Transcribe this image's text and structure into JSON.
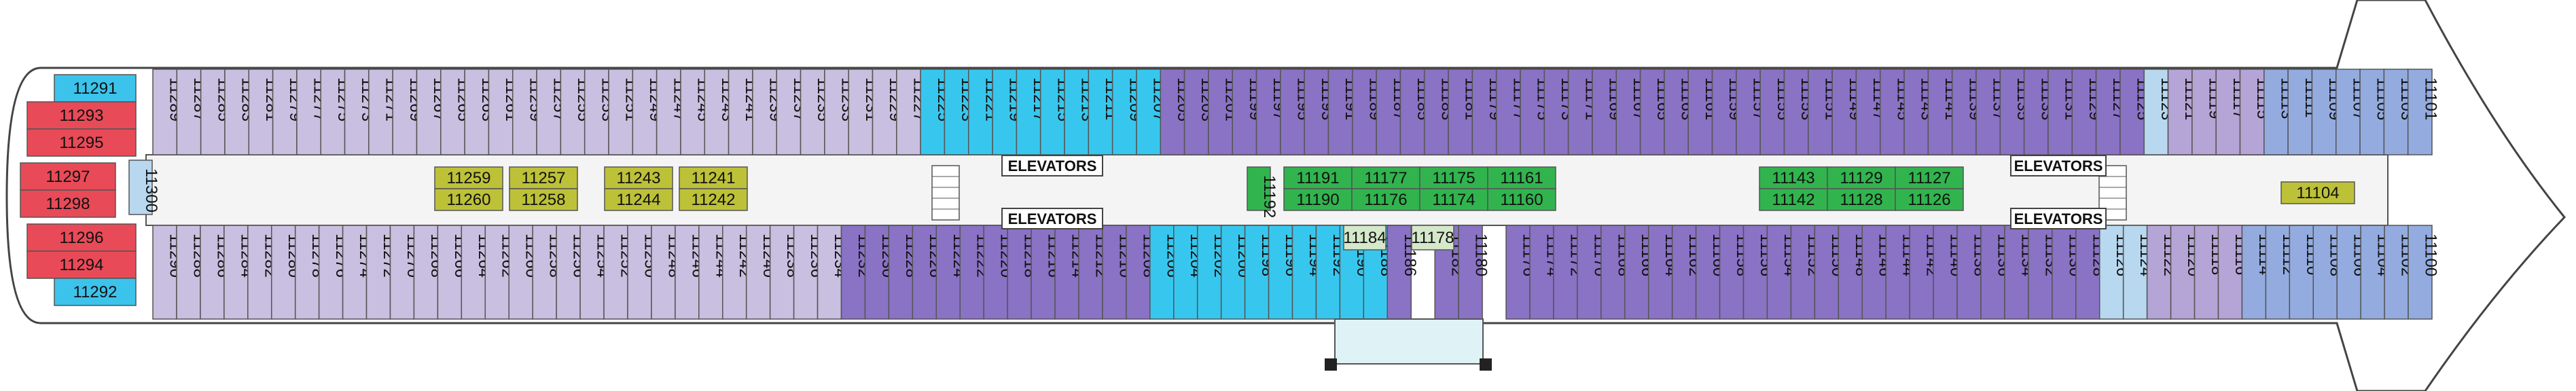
{
  "labels": {
    "elevators": "ELEVATORS"
  },
  "colors": {
    "aft_red": "#e84a57",
    "aft_cyan": "#3cc3ec",
    "lilac": "#c9bfe0",
    "cyan": "#37c7ee",
    "purple": "#8a72c5",
    "light_purple": "#b5a4d6",
    "light_blue": "#b7d8ef",
    "periwinkle": "#93abdf",
    "olive": "#bdc138",
    "green": "#31b44e",
    "pale_green": "#d5e8c9",
    "corridor": "#f4f4f4"
  },
  "cabins": {
    "aft_top": [
      "11291",
      "11293",
      "11295"
    ],
    "aft_bottom": [
      "11296",
      "11294",
      "11292"
    ],
    "aft_mid": [
      "11297",
      "11298"
    ],
    "aft_small": "11300",
    "top_vertical": [
      "11289",
      "11287",
      "11285",
      "11283",
      "11281",
      "11279",
      "11277",
      "11275",
      "11273",
      "11271",
      "11269",
      "11267",
      "11265",
      "11263",
      "11261",
      "11259",
      "11257",
      "11255",
      "11253",
      "11251",
      "11249",
      "11247",
      "11245",
      "11243",
      "11241",
      "11239",
      "11237",
      "11235",
      "11233",
      "11231",
      "11229",
      "11227",
      "11225",
      "11223",
      "11221",
      "11219",
      "11217",
      "11215",
      "11213",
      "11211",
      "11209",
      "11207",
      "11205",
      "11203",
      "11201",
      "11199",
      "11197",
      "11195",
      "11193",
      "11191",
      "11189",
      "11187",
      "11185",
      "11183",
      "11181",
      "11179",
      "11177",
      "11175",
      "11173",
      "11171",
      "11169",
      "11167",
      "11165",
      "11163",
      "11161",
      "11159",
      "11157",
      "11155",
      "11153",
      "11151",
      "11149",
      "11147",
      "11145",
      "11143",
      "11141",
      "11139",
      "11137",
      "11135",
      "11133",
      "11131",
      "11129",
      "11127",
      "11125",
      "11123",
      "11121",
      "11119",
      "11117",
      "11115",
      "11113",
      "11111",
      "11109",
      "11107",
      "11105",
      "11103",
      "11101"
    ],
    "bottom_vertical": [
      "11290",
      "11288",
      "11286",
      "11284",
      "11282",
      "11280",
      "11278",
      "11276",
      "11274",
      "11272",
      "11270",
      "11268",
      "11266",
      "11264",
      "11262",
      "11260",
      "11258",
      "11256",
      "11254",
      "11252",
      "11250",
      "11248",
      "11246",
      "11244",
      "11242",
      "11240",
      "11238",
      "11236",
      "11234",
      "11232",
      "11230",
      "11228",
      "11226",
      "11224",
      "11222",
      "11220",
      "11218",
      "11216",
      "11214",
      "11212",
      "11210",
      "11208",
      "11206",
      "11204",
      "11202",
      "11200",
      "11198",
      "11196",
      "11194",
      "11192",
      "11190",
      "11188",
      "11186",
      "11184",
      "11182",
      "11180",
      "11178",
      "11176",
      "11174",
      "11172",
      "11170",
      "11168",
      "11166",
      "11164",
      "11162",
      "11160",
      "11158",
      "11156",
      "11154",
      "11152",
      "11150",
      "11148",
      "11146",
      "11144",
      "11142",
      "11140",
      "11138",
      "11136",
      "11134",
      "11132",
      "11130",
      "11128",
      "11126",
      "11124",
      "11122",
      "11120",
      "11118",
      "11116",
      "11114",
      "11112",
      "11110",
      "11108",
      "11106",
      "11104",
      "11102",
      "11100"
    ],
    "center_olive": [
      [
        "11259",
        "11257",
        "11243",
        "11241"
      ],
      [
        "11260",
        "11258",
        "11244",
        "11242"
      ]
    ],
    "center_green": [
      [
        "11191",
        "11177",
        "11175",
        "11161",
        "11143",
        "11129",
        "11127"
      ],
      [
        "11190",
        "11176",
        "11174",
        "11160",
        "11142",
        "11128",
        "11126"
      ]
    ],
    "center_green_small": "11192",
    "forward_olive": "11104",
    "bottom_pale": [
      "11184",
      "11178"
    ]
  }
}
